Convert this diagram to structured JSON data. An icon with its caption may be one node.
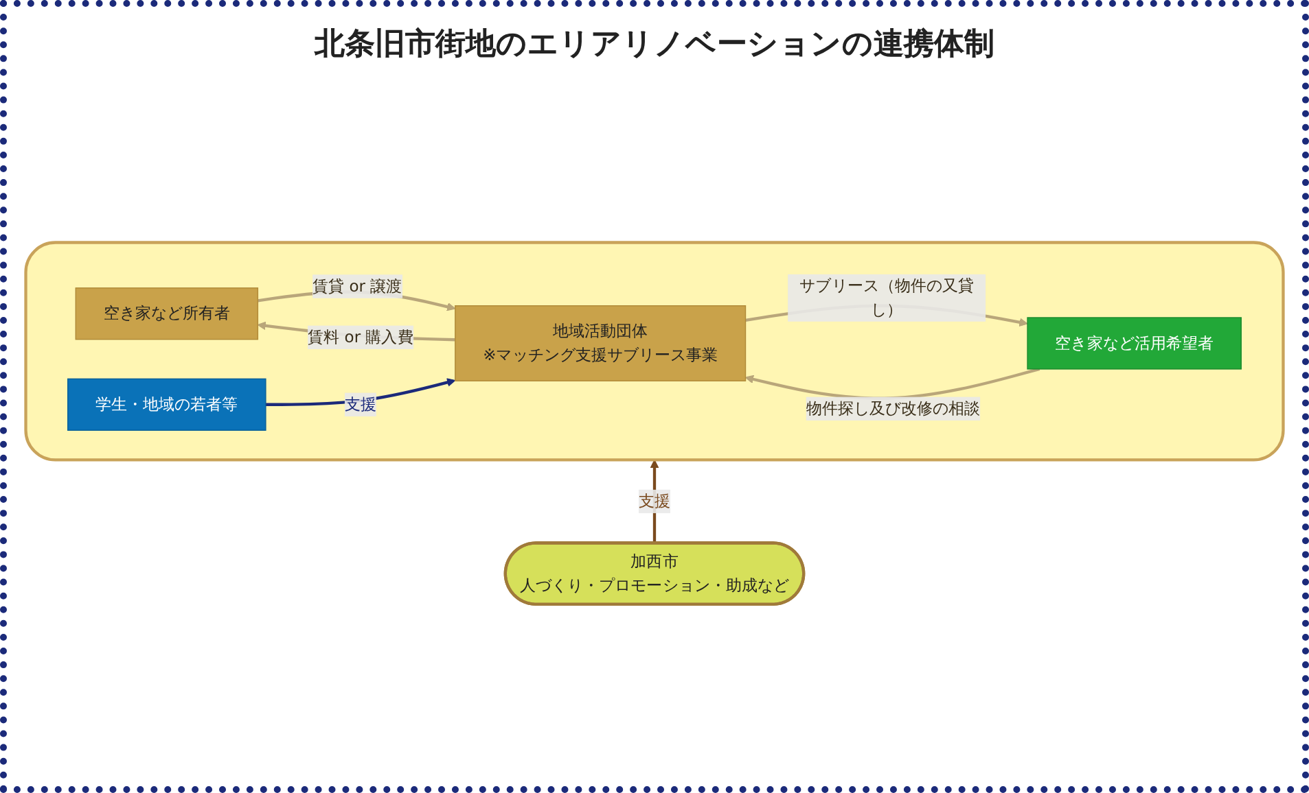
{
  "diagram": {
    "title": "北条旧市街地のエリアリノベーションの連携体制",
    "nodes": [
      {
        "text": [],
        "shape": "box"
      },
      {
        "text": [
          "空き家など所有者"
        ],
        "in": 0
      },
      {
        "text": [
          "地域活動団体",
          "※マッチング支援サブリース事業"
        ],
        "in": 0
      },
      {
        "text": [
          "空き家など活用希望者"
        ],
        "in": 0
      },
      {
        "text": [
          "学生・地域の若者等"
        ],
        "in": 0
      },
      {
        "text": [
          "加西市",
          "人づくり・プロモーション・助成など"
        ]
      }
    ],
    "edges": [
      {
        "from": 1,
        "to": 2,
        "arrow": "to",
        "label": "賃貸 or 譲渡"
      },
      {
        "from": 2,
        "to": 1,
        "arrow": "to",
        "label": "賃料 or 購入費"
      },
      {
        "from": 2,
        "to": 3,
        "arrow": "to",
        "label": "サブリース（物件の又貸し）"
      },
      {
        "from": 3,
        "to": 2,
        "arrow": "to",
        "label": "物件探し及び改修の相談"
      },
      {
        "from": 4,
        "to": 2,
        "arrow": "to",
        "label": "支援",
        "color": "#1b2a7a"
      },
      {
        "from": 5,
        "to": 0,
        "arrow": "to",
        "label": "支援",
        "color": "#7a4a1e"
      }
    ]
  }
}
